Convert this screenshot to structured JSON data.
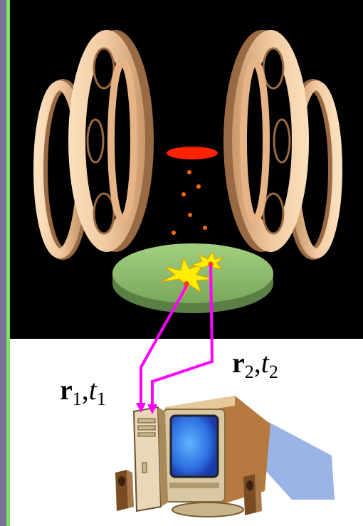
{
  "labels": {
    "detector1": {
      "vector": "r",
      "vec_sub": "1",
      "sep": ",",
      "time": "t",
      "time_sub": "1"
    },
    "detector2": {
      "vector": "r",
      "vec_sub": "2",
      "sep": ",",
      "time": "t",
      "time_sub": "2"
    }
  },
  "colors": {
    "background": "#000000",
    "coils": "#f0c9a0",
    "coil_shadow": "#9a6a44",
    "source": "#ff2200",
    "particles": "#ff6a00",
    "detector": "#8fbf6a",
    "flash": "#ffee00",
    "wires": "#ff00ff",
    "frame_green": "#7be55f",
    "frame_edge": "#7b6f9a"
  },
  "icons": [
    "coil-left-icon",
    "coil-right-icon",
    "source-disk-icon",
    "detector-plate-icon",
    "impact-flash-icon",
    "computer-icon"
  ]
}
